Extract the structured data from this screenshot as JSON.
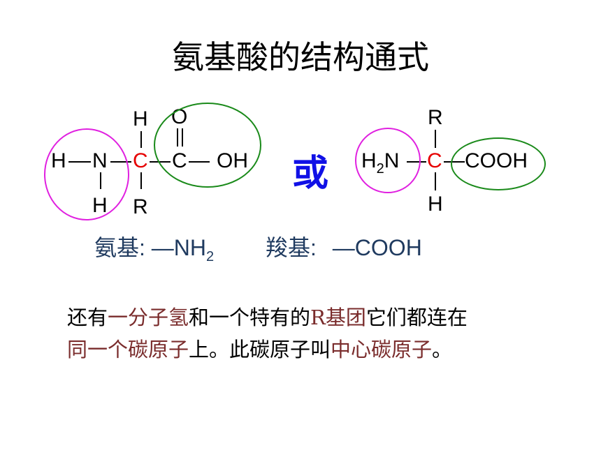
{
  "title": "氨基酸的结构通式",
  "left_formula": {
    "atom_h_left": "H",
    "atom_n": "N",
    "atom_c_center": "C",
    "atom_c_carboxyl": "C",
    "atom_oh": "OH",
    "atom_h_top": "H",
    "atom_o_top": "O",
    "atom_h_bottom": "H",
    "atom_r_bottom": "R"
  },
  "or_label": "或",
  "right_formula": {
    "h": "H",
    "sub2": "2",
    "n": "N",
    "c_center": "C",
    "cooh": "COOH",
    "r_top": "R",
    "h_bottom": "H"
  },
  "legend": {
    "amino_label": "氨基",
    "amino_sep": ":",
    "amino_formula": "—NH",
    "amino_sub": "2",
    "carboxyl_label": "羧基",
    "carboxyl_sep": ":",
    "carboxyl_formula": "—COOH"
  },
  "description": {
    "p1": "还有",
    "p2": "一分子氢",
    "p3": "和一个特有的",
    "p4": "R基团",
    "p5": "它们都连在",
    "p6": "同一个碳原子",
    "p7": "上。此碳原子叫",
    "p8": "中心碳原子",
    "p9": "。"
  },
  "colors": {
    "center_carbon": "#e60000",
    "amino_ring": "#e020e0",
    "carboxyl_ring": "#1a8a1a",
    "or_text": "#1010e6",
    "legend_text": "#1f3a5f",
    "highlight_text": "#7a2c2c"
  }
}
